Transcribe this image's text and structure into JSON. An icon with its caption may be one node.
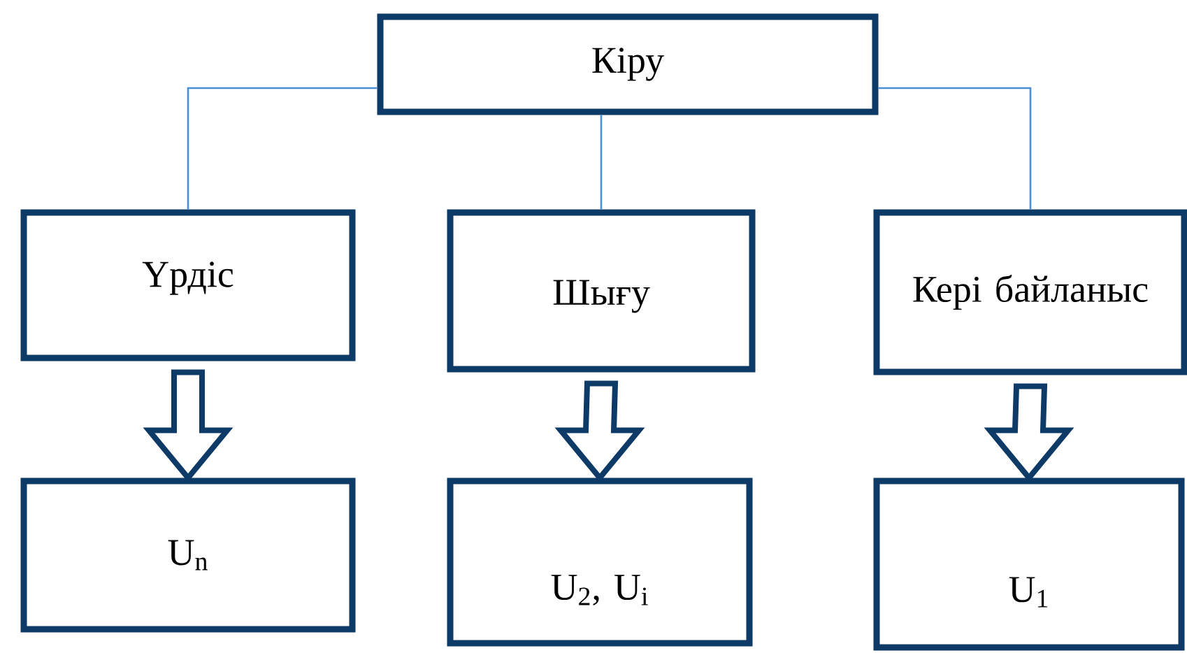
{
  "diagram": {
    "nodes": [
      {
        "text": [
          "Кіру"
        ]
      },
      {
        "text": [
          "Үрдіс"
        ]
      },
      {
        "text": [
          "Шығу"
        ]
      },
      {
        "text": [
          "Кері байланыс"
        ]
      },
      {
        "text": [
          "U$_{n}$"
        ]
      },
      {
        "text": [
          "U$_{2}$, U$_{i}$"
        ]
      },
      {
        "text": [
          "U$_{1}$"
        ]
      }
    ],
    "edges": [
      {
        "from": 0,
        "to": 1,
        "arrow": "none",
        "color": "#4a8fd6"
      },
      {
        "from": 0,
        "to": 2,
        "arrow": "none",
        "color": "#4a8fd6"
      },
      {
        "from": 0,
        "to": 3,
        "arrow": "none",
        "color": "#4a8fd6"
      },
      {
        "from": 1,
        "to": 4,
        "arrow": "to",
        "style": "thick"
      },
      {
        "from": 2,
        "to": 5,
        "arrow": "to",
        "style": "thick"
      },
      {
        "from": 3,
        "to": 6,
        "arrow": "to",
        "style": "thick"
      }
    ]
  }
}
